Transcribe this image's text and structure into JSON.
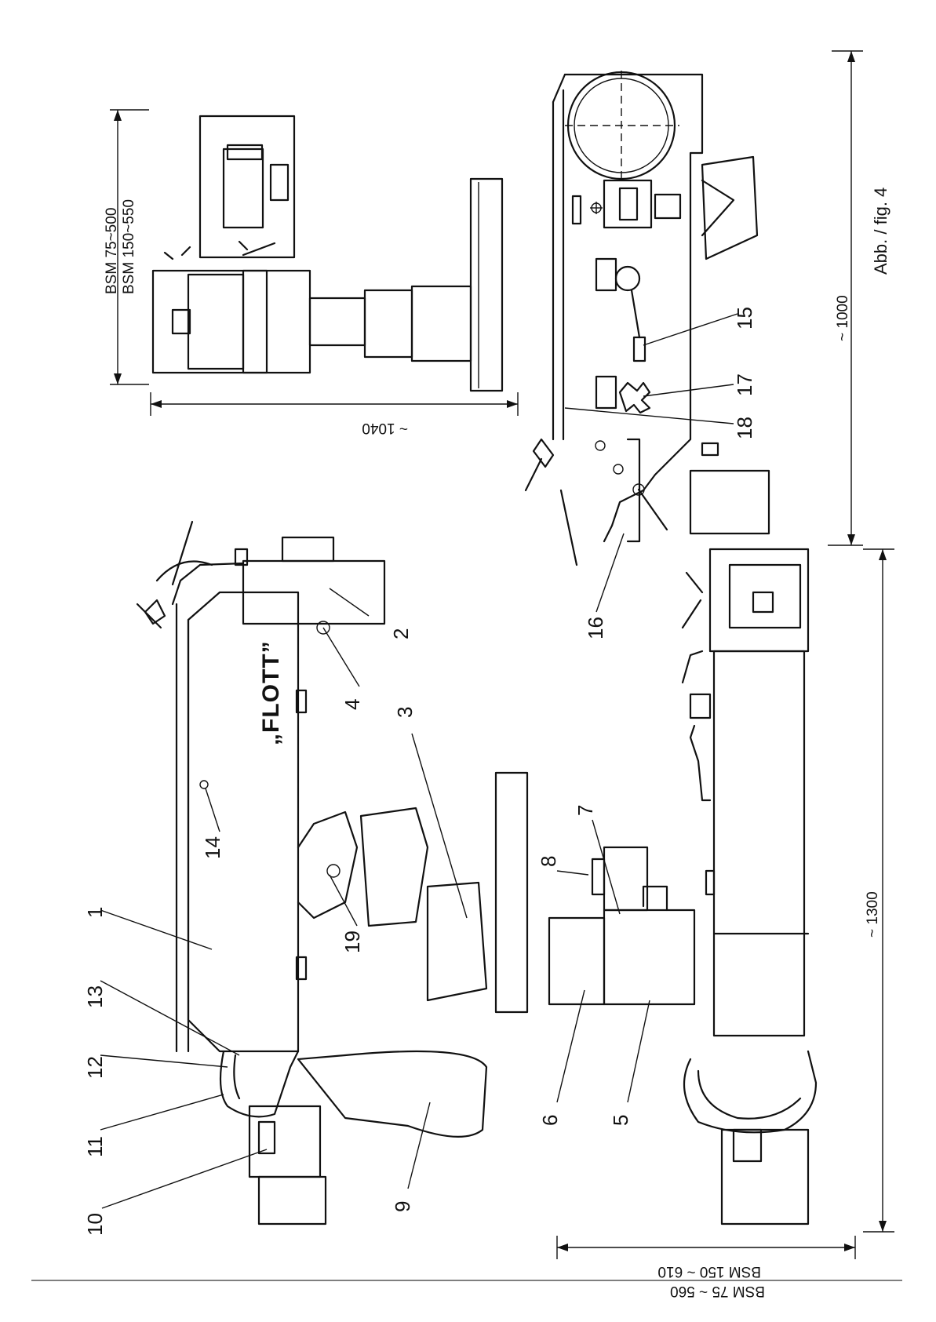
{
  "figure": {
    "caption": "Abb. / fig. 4",
    "brand": "„FLOTT”"
  },
  "dimensions": {
    "height_bsm75": "BSM  75~500",
    "height_bsm150": "BSM 150~550",
    "depth": "~ 1040",
    "height_total": "~ 1000",
    "length_total": "~ 1300",
    "width_bsm75": "BSM  75 ~ 560",
    "width_bsm150": "BSM 150 ~ 610"
  },
  "callouts": [
    "1",
    "2",
    "3",
    "4",
    "5",
    "6",
    "7",
    "8",
    "9",
    "10",
    "11",
    "12",
    "13",
    "14",
    "15",
    "16",
    "17",
    "18",
    "19"
  ]
}
